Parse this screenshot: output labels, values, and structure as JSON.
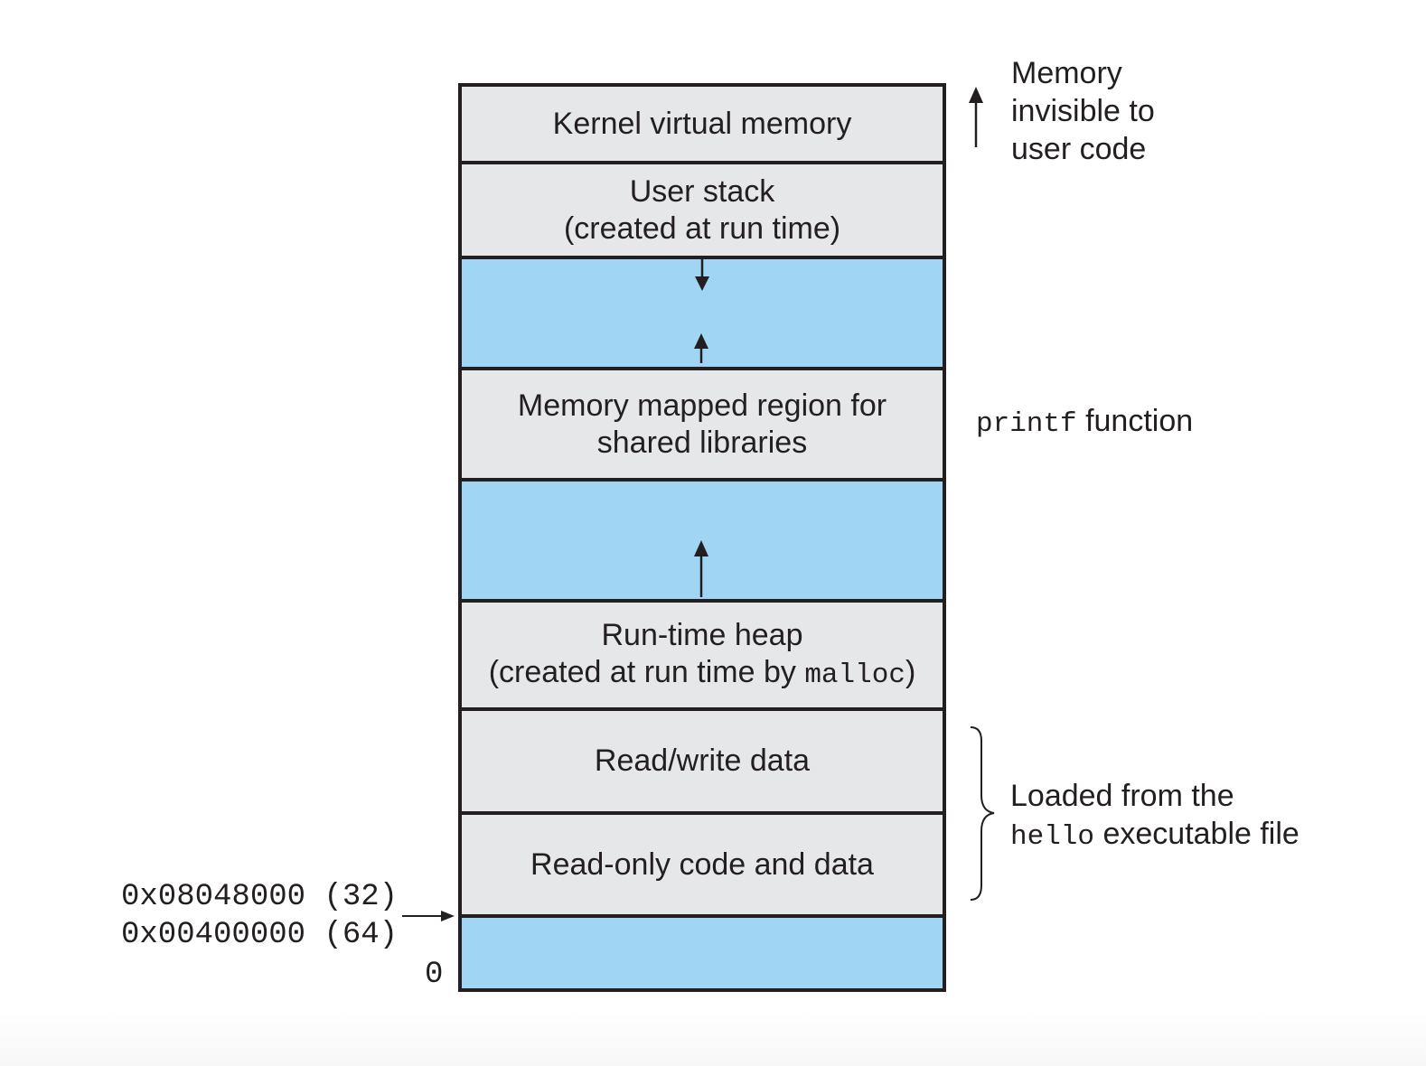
{
  "segments": {
    "kernel": "Kernel virtual memory",
    "user_stack_1": "User stack",
    "user_stack_2": "(created at run time)",
    "mmap_1": "Memory mapped region for",
    "mmap_2": "shared libraries",
    "heap_1": "Run-time heap",
    "heap_2_prefix": "(created at run time by ",
    "heap_2_code": "malloc",
    "heap_2_suffix": ")",
    "rw_data": "Read/write data",
    "ro_code": "Read-only code and data"
  },
  "annotations": {
    "invisible_1": "Memory",
    "invisible_2": "invisible to",
    "invisible_3": "user code",
    "printf_code": "printf",
    "printf_text": " function",
    "loaded_1": "Loaded from the",
    "loaded_2_code": "hello",
    "loaded_2_text": " executable file"
  },
  "addresses": {
    "addr32": "0x08048000 (32)",
    "addr64": "0x00400000 (64)",
    "zero": "0"
  },
  "colors": {
    "region": "#e6e7e9",
    "gap": "#a0d5f3",
    "border": "#231f20"
  }
}
